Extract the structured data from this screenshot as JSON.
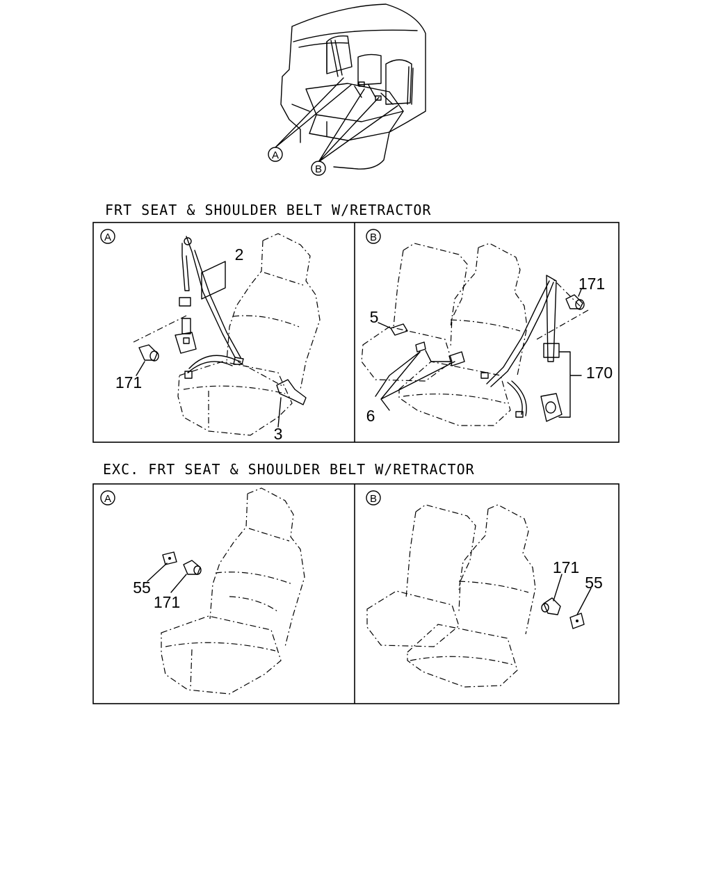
{
  "overview": {
    "callout_a": "A",
    "callout_b": "B"
  },
  "section1": {
    "header": "FRT SEAT & SHOULDER BELT W/RETRACTOR",
    "panel_a": {
      "tag": "A",
      "labels": {
        "part_2": "2",
        "part_3": "3",
        "part_171": "171"
      }
    },
    "panel_b": {
      "tag": "B",
      "labels": {
        "part_5": "5",
        "part_6": "6",
        "part_171": "171",
        "part_170": "170"
      }
    }
  },
  "section2": {
    "header": "EXC. FRT SEAT & SHOULDER BELT W/RETRACTOR",
    "panel_a": {
      "tag": "A",
      "labels": {
        "part_55": "55",
        "part_171": "171"
      }
    },
    "panel_b": {
      "tag": "B",
      "labels": {
        "part_171": "171",
        "part_55": "55"
      }
    }
  }
}
